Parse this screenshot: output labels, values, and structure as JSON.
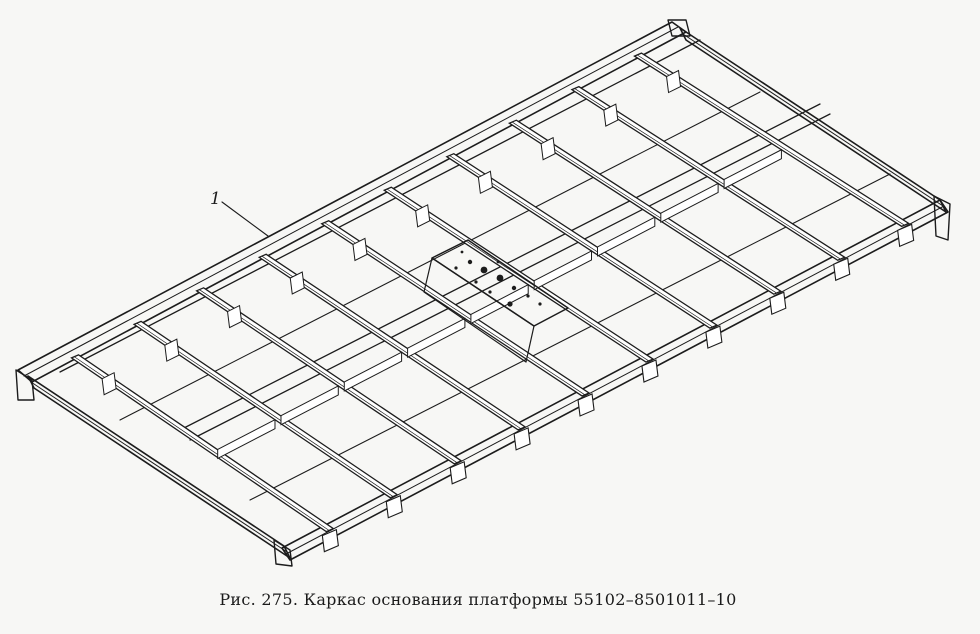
{
  "figure": {
    "callout_label": "1",
    "caption": "Рис. 275. Каркас основания платформы 55102–8501011–10",
    "crossbeam_count": 10,
    "colors": {
      "ink": "#1c1c1c",
      "paper": "#f7f7f5"
    }
  }
}
